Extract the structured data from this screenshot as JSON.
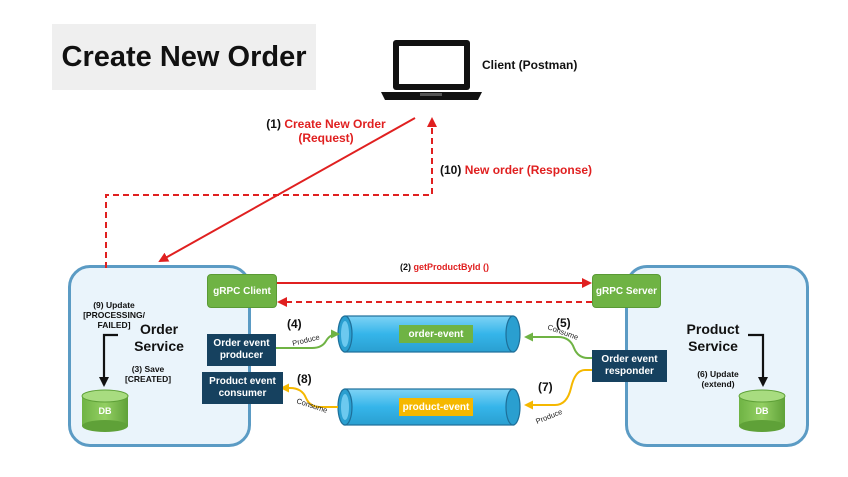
{
  "title": "Create New Order",
  "client": {
    "label": "Client (Postman)",
    "icon": "laptop-icon"
  },
  "order_service": {
    "name_line1": "Order",
    "name_line2": "Service",
    "grpc_client": "gRPC Client",
    "producer": "Order event producer",
    "consumer": "Product event consumer",
    "db": "DB",
    "step9": "(9) Update [PROCESSING/ FAILED]",
    "step3": "(3) Save [CREATED]"
  },
  "product_service": {
    "name_line1": "Product",
    "name_line2": "Service",
    "grpc_server": "gRPC Server",
    "responder": "Order event responder",
    "db": "DB",
    "step6": "(6) Update (extend)"
  },
  "topics": {
    "order": "order-event",
    "product": "product-event"
  },
  "steps": {
    "s1_num": "(1)",
    "s1_text": "Create New Order (Request)",
    "s10_num": "(10)",
    "s10_text": "New order (Response)",
    "s2_num": "(2)",
    "s2_text": "getProductById ()",
    "s4": "(4)",
    "s5": "(5)",
    "s7": "(7)",
    "s8": "(8)"
  },
  "arrow_labels": {
    "produce": "Produce",
    "consume": "Consume"
  },
  "colors": {
    "request": "#e02020",
    "green": "#6fb344",
    "yellow": "#f5b800",
    "navy": "#16415f",
    "topic": "#35b5ea",
    "border": "#5b9bc4"
  }
}
